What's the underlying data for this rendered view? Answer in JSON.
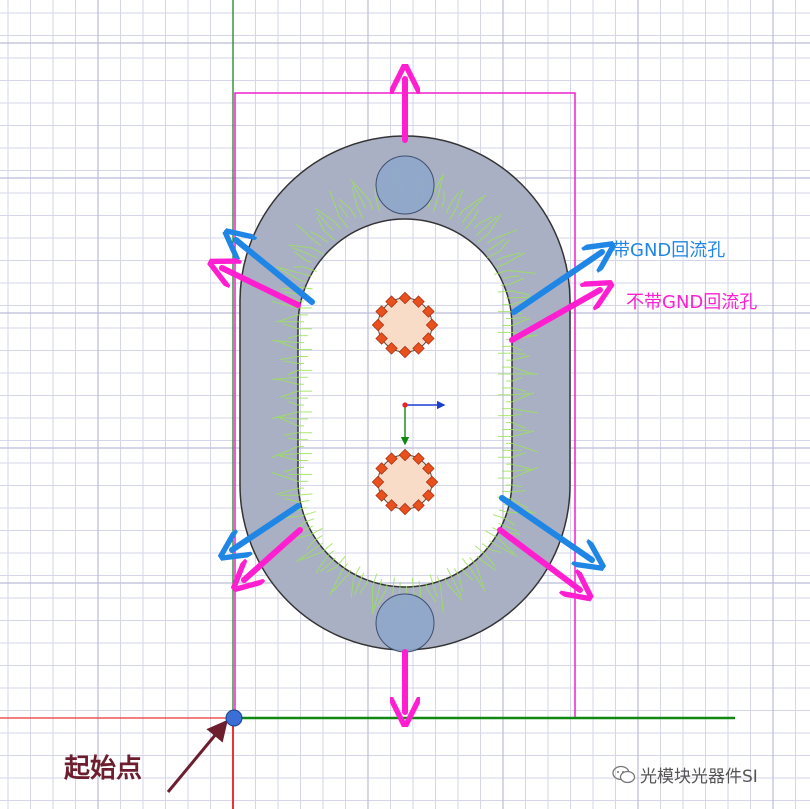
{
  "labels": {
    "with_gnd_via": "带GND回流孔",
    "without_gnd_via": "不带GND回流孔",
    "start_point": "起始点"
  },
  "watermark": {
    "icon": "wechat-icon",
    "text": "光模块光器件SI"
  },
  "colors": {
    "grid": "#cfcfe6",
    "grid_major": "#b8b8d8",
    "boundary": "#ee22cc",
    "ring_fill": "#aab0c4",
    "ring_stroke": "#333333",
    "via": "#8fa8cc",
    "pad": "#f8dcc8",
    "pad_marker": "#e8501e",
    "field_lines": "#9be25a",
    "arrow_with_gnd": "#1f86e6",
    "arrow_without_gnd": "#ff1fd0",
    "axis_green": "#118811",
    "axis_red": "#ee3333",
    "start_dot": "#3b6fd6",
    "start_arrow": "#6d1e2e"
  }
}
